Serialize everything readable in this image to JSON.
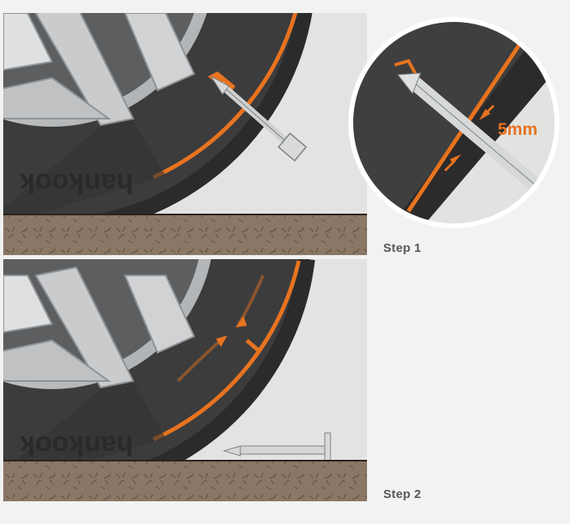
{
  "steps": [
    {
      "label": "Step 1"
    },
    {
      "label": "Step 2"
    }
  ],
  "zoom": {
    "measurement": "5mm"
  },
  "colors": {
    "accent_orange": "#e8731f",
    "tire_dark": "#3e3e3f",
    "rim_silver": "#c8cacb",
    "ground_brown": "#8a7765",
    "background": "#f2f2f1"
  }
}
